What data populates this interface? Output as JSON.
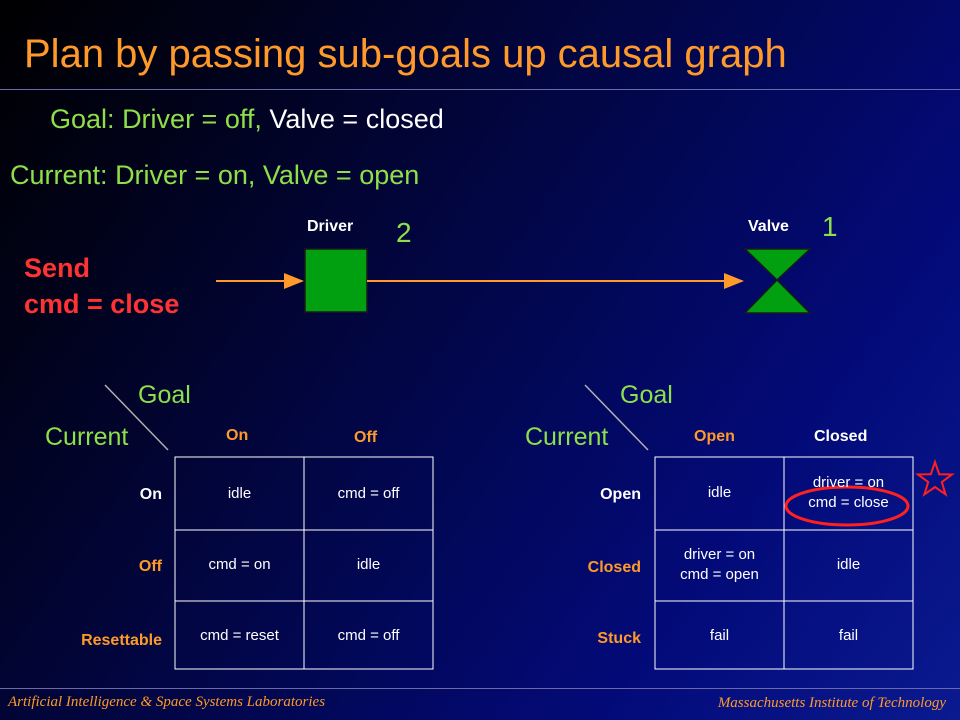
{
  "title": "Plan by passing sub-goals up causal graph",
  "goal_line": {
    "label": "Goal:",
    "driver": "Driver = off,",
    "valve": "Valve = closed"
  },
  "current_line": {
    "label": "Current:",
    "driver": "Driver = on,",
    "valve": "Valve = open"
  },
  "send": {
    "line1": "Send",
    "line2": "cmd = close"
  },
  "graph": {
    "driver_label": "Driver",
    "valve_label": "Valve",
    "driver_order": "2",
    "valve_order": "1"
  },
  "driver_table": {
    "goal_label": "Goal",
    "current_label": "Current",
    "columns": [
      "On",
      "Off"
    ],
    "rows": [
      {
        "label": "On",
        "cells": [
          "idle",
          "cmd = off"
        ]
      },
      {
        "label": "Off",
        "cells": [
          "cmd = on",
          "idle"
        ]
      },
      {
        "label": "Resettable",
        "cells": [
          "cmd = reset",
          "cmd = off"
        ]
      }
    ]
  },
  "valve_table": {
    "goal_label": "Goal",
    "current_label": "Current",
    "columns": [
      "Open",
      "Closed"
    ],
    "rows": [
      {
        "label": "Open",
        "cells": [
          "idle",
          "driver = on\ncmd = close"
        ]
      },
      {
        "label": "Closed",
        "cells": [
          "driver = on\ncmd = open",
          "idle"
        ]
      },
      {
        "label": "Stuck",
        "cells": [
          "fail",
          "fail"
        ]
      }
    ],
    "highlight": {
      "row": 0,
      "col": 1,
      "line1": "driver = on",
      "line2": "cmd = close"
    }
  },
  "footer": {
    "left": "Artificial Intelligence & Space Systems Laboratories",
    "right": "Massachusetts Institute of Technology"
  },
  "colors": {
    "title": "#ff9a2a",
    "accent_green": "#8ee04a",
    "alert_red": "#ff3333",
    "node_green": "#00a010",
    "arrow": "#ff9a2a"
  }
}
